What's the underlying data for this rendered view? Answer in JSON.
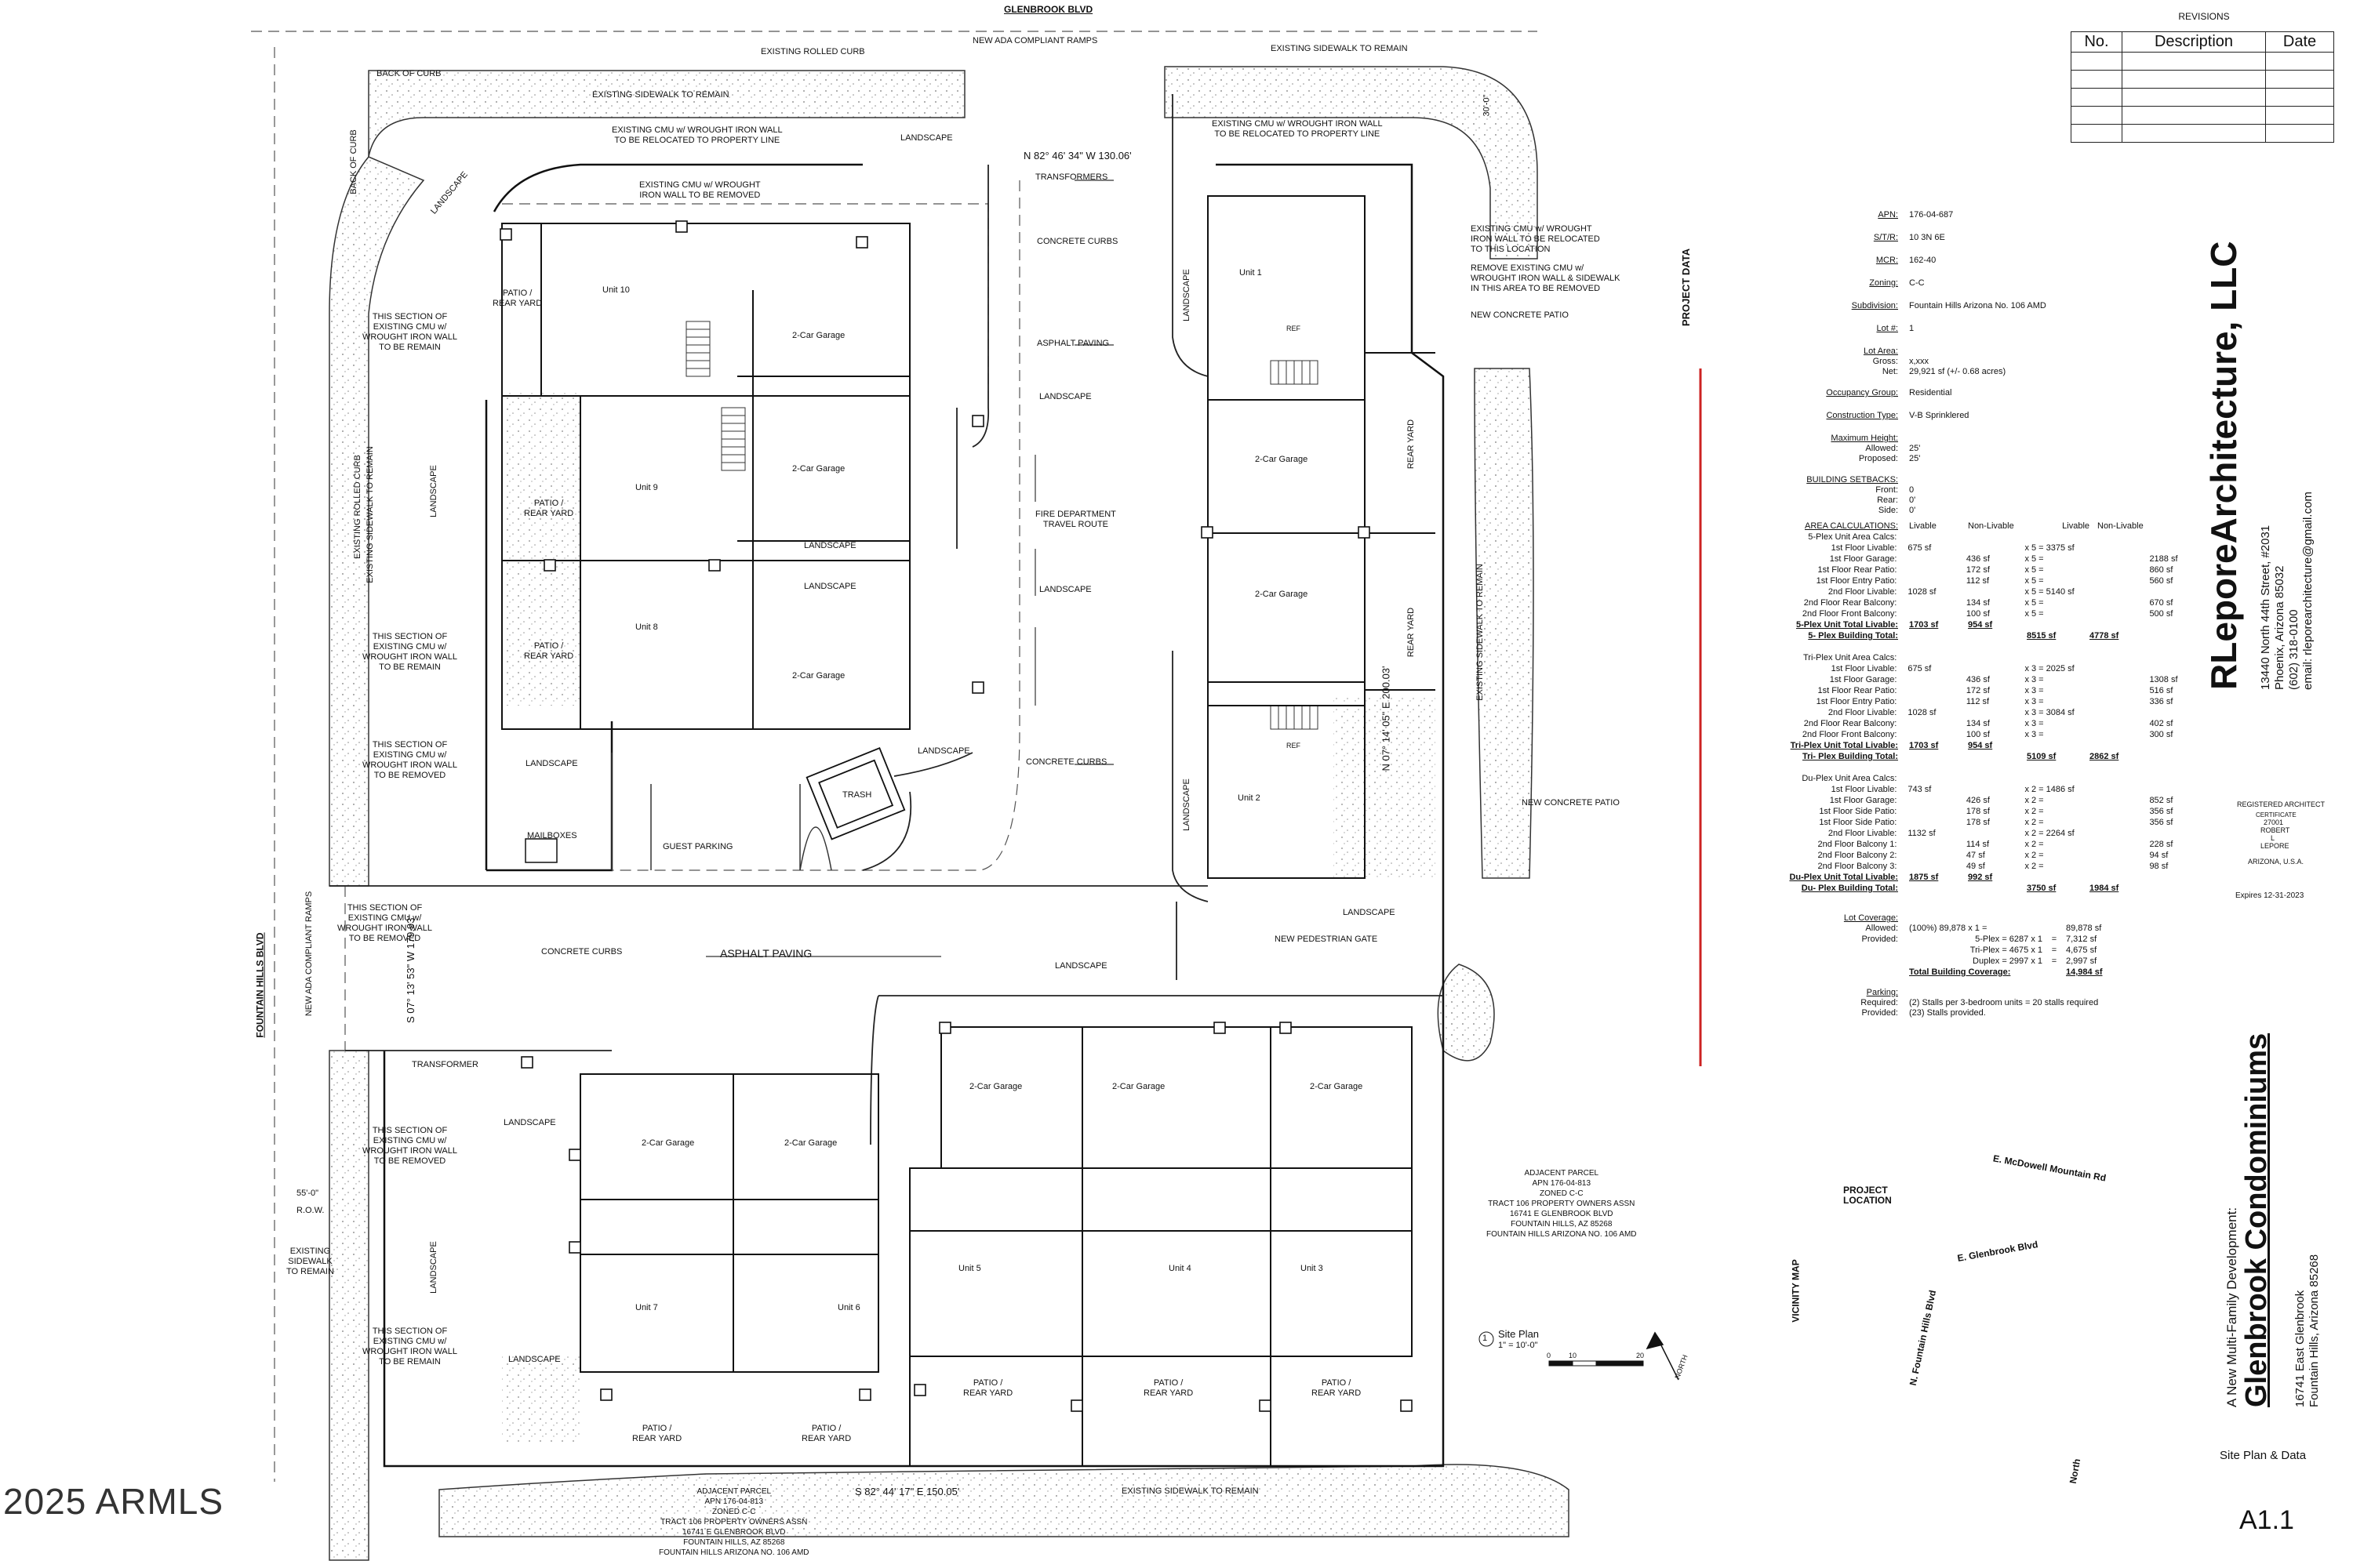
{
  "street_top": "GLENBROOK   BLVD",
  "street_left": "FOUNTAIN HILLS BLVD",
  "labels": {
    "back_of_curb": "BACK OF CURB",
    "back_of_curb_v": "BACK OF CURB",
    "existing_rolled_curb": "EXISTING ROLLED CURB",
    "existing_rolled_curb_v": "EXISTING ROLLED CURB",
    "new_ada_ramps_top": "NEW ADA COMPLIANT RAMPS",
    "new_ada_ramps_left": "NEW ADA COMPLIANT RAMPS",
    "existing_sidewalk_top_left": "EXISTING SIDEWALK TO REMAIN",
    "existing_sidewalk_top_right": "EXISTING SIDEWALK TO REMAIN",
    "existing_sidewalk_left_v": "EXISTING SIDEWALK TO REMAIN",
    "existing_sidewalk_right_v": "EXISTING SIDEWALK TO REMAIN",
    "existing_sidewalk_bottom": "EXISTING SIDEWALK TO REMAIN",
    "existing_sidewalk_left_bottom": "EXISTING\nSIDEWALK\nTO REMAIN",
    "cmu_relocate_left": "EXISTING CMU w/ WROUGHT IRON WALL\nTO BE RELOCATED TO PROPERTY LINE",
    "cmu_relocate_right": "EXISTING CMU w/ WROUGHT IRON WALL\nTO BE RELOCATED TO PROPERTY LINE",
    "cmu_removed_top": "EXISTING CMU w/ WROUGHT\nIRON WALL TO BE REMOVED",
    "cmu_relocate_this": "EXISTING CMU w/ WROUGHT\nIRON WALL TO BE RELOCATED\nTO THIS LOCATION",
    "remove_cmu_sidewalk": "REMOVE EXISTING CMU w/\nWROUGHT IRON WALL & SIDEWALK\nIN THIS AREA TO BE REMOVED",
    "new_concrete_patio_1": "NEW CONCRETE PATIO",
    "new_concrete_patio_2": "NEW CONCRETE PATIO",
    "section_remain_1": "THIS SECTION OF\nEXISTING CMU w/\nWROUGHT IRON WALL\nTO BE REMAIN",
    "section_remain_2": "THIS SECTION OF\nEXISTING CMU w/\nWROUGHT IRON WALL\nTO BE REMAIN",
    "section_removed_1": "THIS SECTION OF\nEXISTING CMU w/\nWROUGHT IRON WALL\nTO BE REMOVED",
    "section_removed_2": "THIS SECTION OF\nEXISTING CMU w/\nWROUGHT IRON WALL\nTO BE REMOVED",
    "section_removed_3": "THIS SECTION OF\nEXISTING CMU w/\nWROUGHT IRON WALL\nTO BE REMOVED",
    "section_remain_3": "THIS SECTION OF\nEXISTING CMU w/\nWROUGHT IRON WALL\nTO BE REMAIN",
    "transformers": "TRANSFORMERS",
    "transformer": "TRANSFORMER",
    "concrete_curbs_1": "CONCRETE CURBS",
    "concrete_curbs_2": "CONCRETE CURBS",
    "concrete_curbs_3": "CONCRETE CURBS",
    "asphalt_paving_1": "ASPHALT PAVING",
    "asphalt_paving_2": "ASPHALT PAVING",
    "fire_route": "FIRE DEPARTMENT\nTRAVEL ROUTE",
    "mailboxes": "MAILBOXES",
    "guest_parking": "GUEST PARKING",
    "trash": "TRASH",
    "new_ped_gate": "NEW PEDESTRIAN GATE",
    "row_dim": "55'-0\"",
    "row": "R.O.W.",
    "bearing_top": "N 82° 46' 34\" W      130.06'",
    "bearing_right": "N 07° 14' 05\" E      200.03'",
    "bearing_left": "S 07° 13' 53\" W      179.93'",
    "bearing_bottom": "S 82° 44' 17\" E      150.05'",
    "dim_30": "30'-0\"",
    "landscape": "LANDSCAPE",
    "rear_yard": "REAR YARD",
    "patio_rear_yard": "PATIO /\nREAR YARD",
    "garage": "2-Car Garage",
    "ref": "REF",
    "adjacent_right": "ADJACENT PARCEL\nAPN 176-04-813\nZONED C-C\nTRACT 106 PROPERTY OWNERS ASSN\n16741 E GLENBROOK BLVD\nFOUNTAIN HILLS, AZ 85268\nFOUNTAIN HILLS ARIZONA NO. 106 AMD",
    "adjacent_bottom": "ADJACENT PARCEL\nAPN 176-04-813\nZONED C-C\nTRACT 106 PROPERTY OWNERS ASSN\n16741 E GLENBROOK BLVD\nFOUNTAIN HILLS, AZ 85268\nFOUNTAIN HILLS ARIZONA NO. 106 AMD",
    "site_plan_num": "1",
    "site_plan": "Site Plan",
    "scale": "1\" = 10'-0\"",
    "scale_0": "0",
    "scale_10": "10",
    "scale_20": "20",
    "north": "NORTH",
    "watermark": "2025 ARMLS"
  },
  "units": [
    "Unit 1",
    "Unit 2",
    "Unit 3",
    "Unit 4",
    "Unit 5",
    "Unit 6",
    "Unit 7",
    "Unit 8",
    "Unit 9",
    "Unit 10"
  ],
  "project_data": {
    "heading": "PROJECT DATA",
    "rows": [
      {
        "k": "APN:",
        "v": "176-04-687"
      },
      {
        "k": "S/T/R:",
        "v": "10 3N 6E"
      },
      {
        "k": "MCR:",
        "v": "162-40"
      },
      {
        "k": "Zoning:",
        "v": "C-C"
      },
      {
        "k": "Subdivision:",
        "v": "Fountain Hills Arizona No. 106 AMD"
      },
      {
        "k": "Lot #:",
        "v": "1"
      }
    ],
    "lot_area_k": "Lot Area:",
    "gross_k": "Gross:",
    "gross_v": "x,xxx",
    "net_k": "Net:",
    "net_v": "29,921 sf (+/- 0.68 acres)",
    "occupancy_k": "Occupancy Group:",
    "occupancy_v": "Residential",
    "construction_k": "Construction Type:",
    "construction_v": "V-B Sprinklered",
    "max_height_k": "Maximum Height:",
    "allowed_k": "Allowed:",
    "allowed_v": "25'",
    "proposed_k": "Proposed:",
    "proposed_v": "25'",
    "setbacks_k": "BUILDING SETBACKS:",
    "front_k": "Front:",
    "front_v": "0",
    "rear_k": "Rear:",
    "rear_v": "0'",
    "side_k": "Side:",
    "side_v": "0'",
    "area_calcs_k": "AREA CALCULATIONS:",
    "hdr": [
      "Livable",
      "Non-Livable",
      "Livable",
      "Non-Livable"
    ],
    "blocks": [
      {
        "rows": [
          [
            "5-Plex Unit Area Calcs:",
            "",
            "",
            "",
            "",
            ""
          ],
          [
            "1st Floor Livable:",
            "675 sf",
            "",
            "x 5 =  3375 sf",
            "",
            ""
          ],
          [
            "1st Floor Garage:",
            "",
            "436 sf",
            "x 5 =",
            "",
            "2188 sf"
          ],
          [
            "1st Floor Rear Patio:",
            "",
            "172 sf",
            "x 5 =",
            "",
            "860 sf"
          ],
          [
            "1st Floor Entry Patio:",
            "",
            "112 sf",
            "x 5 =",
            "",
            "560 sf"
          ],
          [
            "2nd Floor Livable:",
            "1028 sf",
            "",
            "x 5 =  5140 sf",
            "",
            ""
          ],
          [
            "2nd Floor Rear Balcony:",
            "",
            "134 sf",
            "x 5 =",
            "",
            "670 sf"
          ],
          [
            "2nd Floor Front Balcony:",
            "",
            "100 sf",
            "x 5 =",
            "",
            "500 sf"
          ]
        ],
        "unit_total_k": "5-Plex Unit Total Livable:",
        "unit_total_l": "1703 sf",
        "unit_total_n": "954 sf",
        "bldg_total_k": "5- Plex Building Total:",
        "bldg_total_l": "8515 sf",
        "bldg_total_n": "4778 sf"
      },
      {
        "rows": [
          [
            "Tri-Plex Unit Area Calcs:",
            "",
            "",
            "",
            "",
            ""
          ],
          [
            "1st Floor Livable:",
            "675 sf",
            "",
            "x 3 =  2025 sf",
            "",
            ""
          ],
          [
            "1st Floor Garage:",
            "",
            "436 sf",
            "x 3 =",
            "",
            "1308 sf"
          ],
          [
            "1st Floor Rear Patio:",
            "",
            "172 sf",
            "x 3 =",
            "",
            "516 sf"
          ],
          [
            "1st Floor Entry Patio:",
            "",
            "112 sf",
            "x 3 =",
            "",
            "336 sf"
          ],
          [
            "2nd Floor Livable:",
            "1028 sf",
            "",
            "x 3 =  3084 sf",
            "",
            ""
          ],
          [
            "2nd Floor Rear Balcony:",
            "",
            "134 sf",
            "x 3 =",
            "",
            "402 sf"
          ],
          [
            "2nd Floor Front Balcony:",
            "",
            "100 sf",
            "x 3 =",
            "",
            "300 sf"
          ]
        ],
        "unit_total_k": "Tri-Plex Unit Total Livable:",
        "unit_total_l": "1703 sf",
        "unit_total_n": "954 sf",
        "bldg_total_k": "Tri- Plex Building Total:",
        "bldg_total_l": "5109 sf",
        "bldg_total_n": "2862 sf"
      },
      {
        "rows": [
          [
            "Du-Plex Unit Area Calcs:",
            "",
            "",
            "",
            "",
            ""
          ],
          [
            "1st Floor Livable:",
            "743 sf",
            "",
            "x 2 =  1486 sf",
            "",
            ""
          ],
          [
            "1st Floor Garage:",
            "",
            "426 sf",
            "x 2 =",
            "",
            "852 sf"
          ],
          [
            "1st Floor Side Patio:",
            "",
            "178 sf",
            "x 2 =",
            "",
            "356 sf"
          ],
          [
            "1st Floor Side Patio:",
            "",
            "178 sf",
            "x 2 =",
            "",
            "356 sf"
          ],
          [
            "2nd Floor Livable:",
            "1132 sf",
            "",
            "x 2 =  2264 sf",
            "",
            ""
          ],
          [
            "2nd Floor Balcony 1:",
            "",
            "114 sf",
            "x 2 =",
            "",
            "228 sf"
          ],
          [
            "2nd Floor Balcony 2:",
            "",
            "47 sf",
            "x 2 =",
            "",
            "94 sf"
          ],
          [
            "2nd Floor Balcony 3:",
            "",
            "49 sf",
            "x 2 =",
            "",
            "98 sf"
          ]
        ],
        "unit_total_k": "Du-Plex Unit Total Livable:",
        "unit_total_l": "1875 sf",
        "unit_total_n": "992 sf",
        "bldg_total_k": "Du- Plex Building Total:",
        "bldg_total_l": "3750 sf",
        "bldg_total_n": "1984 sf"
      }
    ],
    "coverage_k": "Lot Coverage:",
    "cov_allowed_k": "Allowed:",
    "cov_provided_k": "Provided:",
    "cov_rows": [
      [
        "(100%)  89,878 x 1 =",
        "",
        "89,878 sf"
      ],
      [
        "5-Plex = 6287 x 1",
        "=",
        "7,312 sf"
      ],
      [
        "Tri-Plex = 4675 x 1",
        "=",
        "4,675 sf"
      ],
      [
        "Duplex = 2997 x 1",
        "=",
        "2,997 sf"
      ]
    ],
    "total_cov_k": "Total Building Coverage:",
    "total_cov_v": "14,984 sf",
    "parking_k": "Parking:",
    "required_k": "Required:",
    "required_v": "(2) Stalls per 3-bedroom units = 20 stalls required",
    "provided_k": "Provided:",
    "provided_v": "(23) Stalls provided."
  },
  "revisions": {
    "title": "REVISIONS",
    "cols": [
      "No.",
      "Description",
      "Date"
    ]
  },
  "firm": {
    "name": "RLeporeArchitecture, LLC",
    "addr1": "13440 North 44th Street, #2031",
    "addr2": "Phoenix, Arizona 85032",
    "phone": "(602) 318-0100",
    "email": "email: rleporearchitecture@gmail.com"
  },
  "seal": {
    "top": "REGISTERED ARCHITECT",
    "cert": "CERTIFICATE",
    "num": "27001",
    "name1": "ROBERT",
    "name2": "L",
    "name3": "LEPORE",
    "bottom": "ARIZONA, U.S.A.",
    "expires": "Expires 12-31-2023"
  },
  "project": {
    "pre": "A New Multi-Family Development:",
    "name": "Glenbrook Condominiums",
    "addr1": "16741 East Glenbrook",
    "addr2": "Fountain Hills, Arizona 85268"
  },
  "vicinity": {
    "heading": "VICINITY MAP",
    "project_location": "PROJECT\nLOCATION",
    "mcdowell": "E. McDowell Mountain Rd",
    "glenbrook": "E. Glenbrook Blvd",
    "fountain": "N. Fountain Hills Blvd",
    "north": "North"
  },
  "sheet": {
    "title": "Site Plan & Data",
    "number": "A1.1"
  }
}
